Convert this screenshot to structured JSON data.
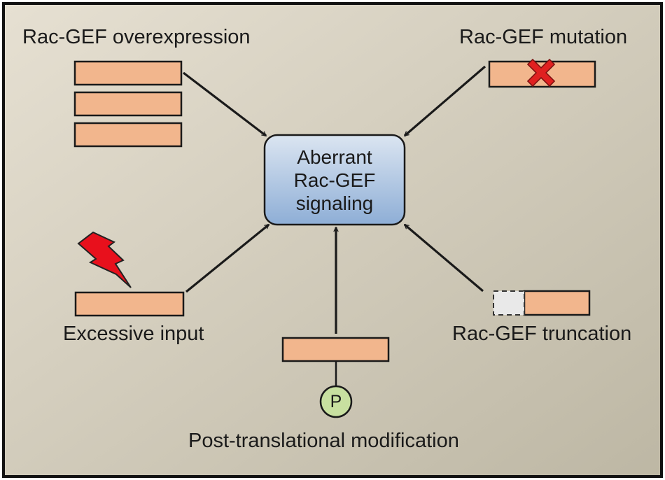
{
  "labels": {
    "overexpression": "Rac-GEF overexpression",
    "mutation": "Rac-GEF mutation",
    "excessive_input": "Excessive input",
    "truncation": "Rac-GEF truncation",
    "ptm": "Post-translational modification"
  },
  "center": {
    "lines": [
      "Aberrant",
      "Rac-GEF",
      "signaling"
    ]
  },
  "phospho_symbol": "P",
  "colors": {
    "background_light": "#e6e0d2",
    "background_dark": "#bdb7a4",
    "gene_bar": "#f2b68d",
    "center_box_top": "#dbe5f1",
    "center_box_bottom": "#8eaed6",
    "phospho_circle": "#c8e0a0",
    "bolt": "#e8101c",
    "mutation_cross": "#e02020",
    "truncated_part": "#e9e9e9"
  },
  "icons": {
    "lightning": "lightning-bolt-icon",
    "mutation": "x-cross-icon"
  }
}
